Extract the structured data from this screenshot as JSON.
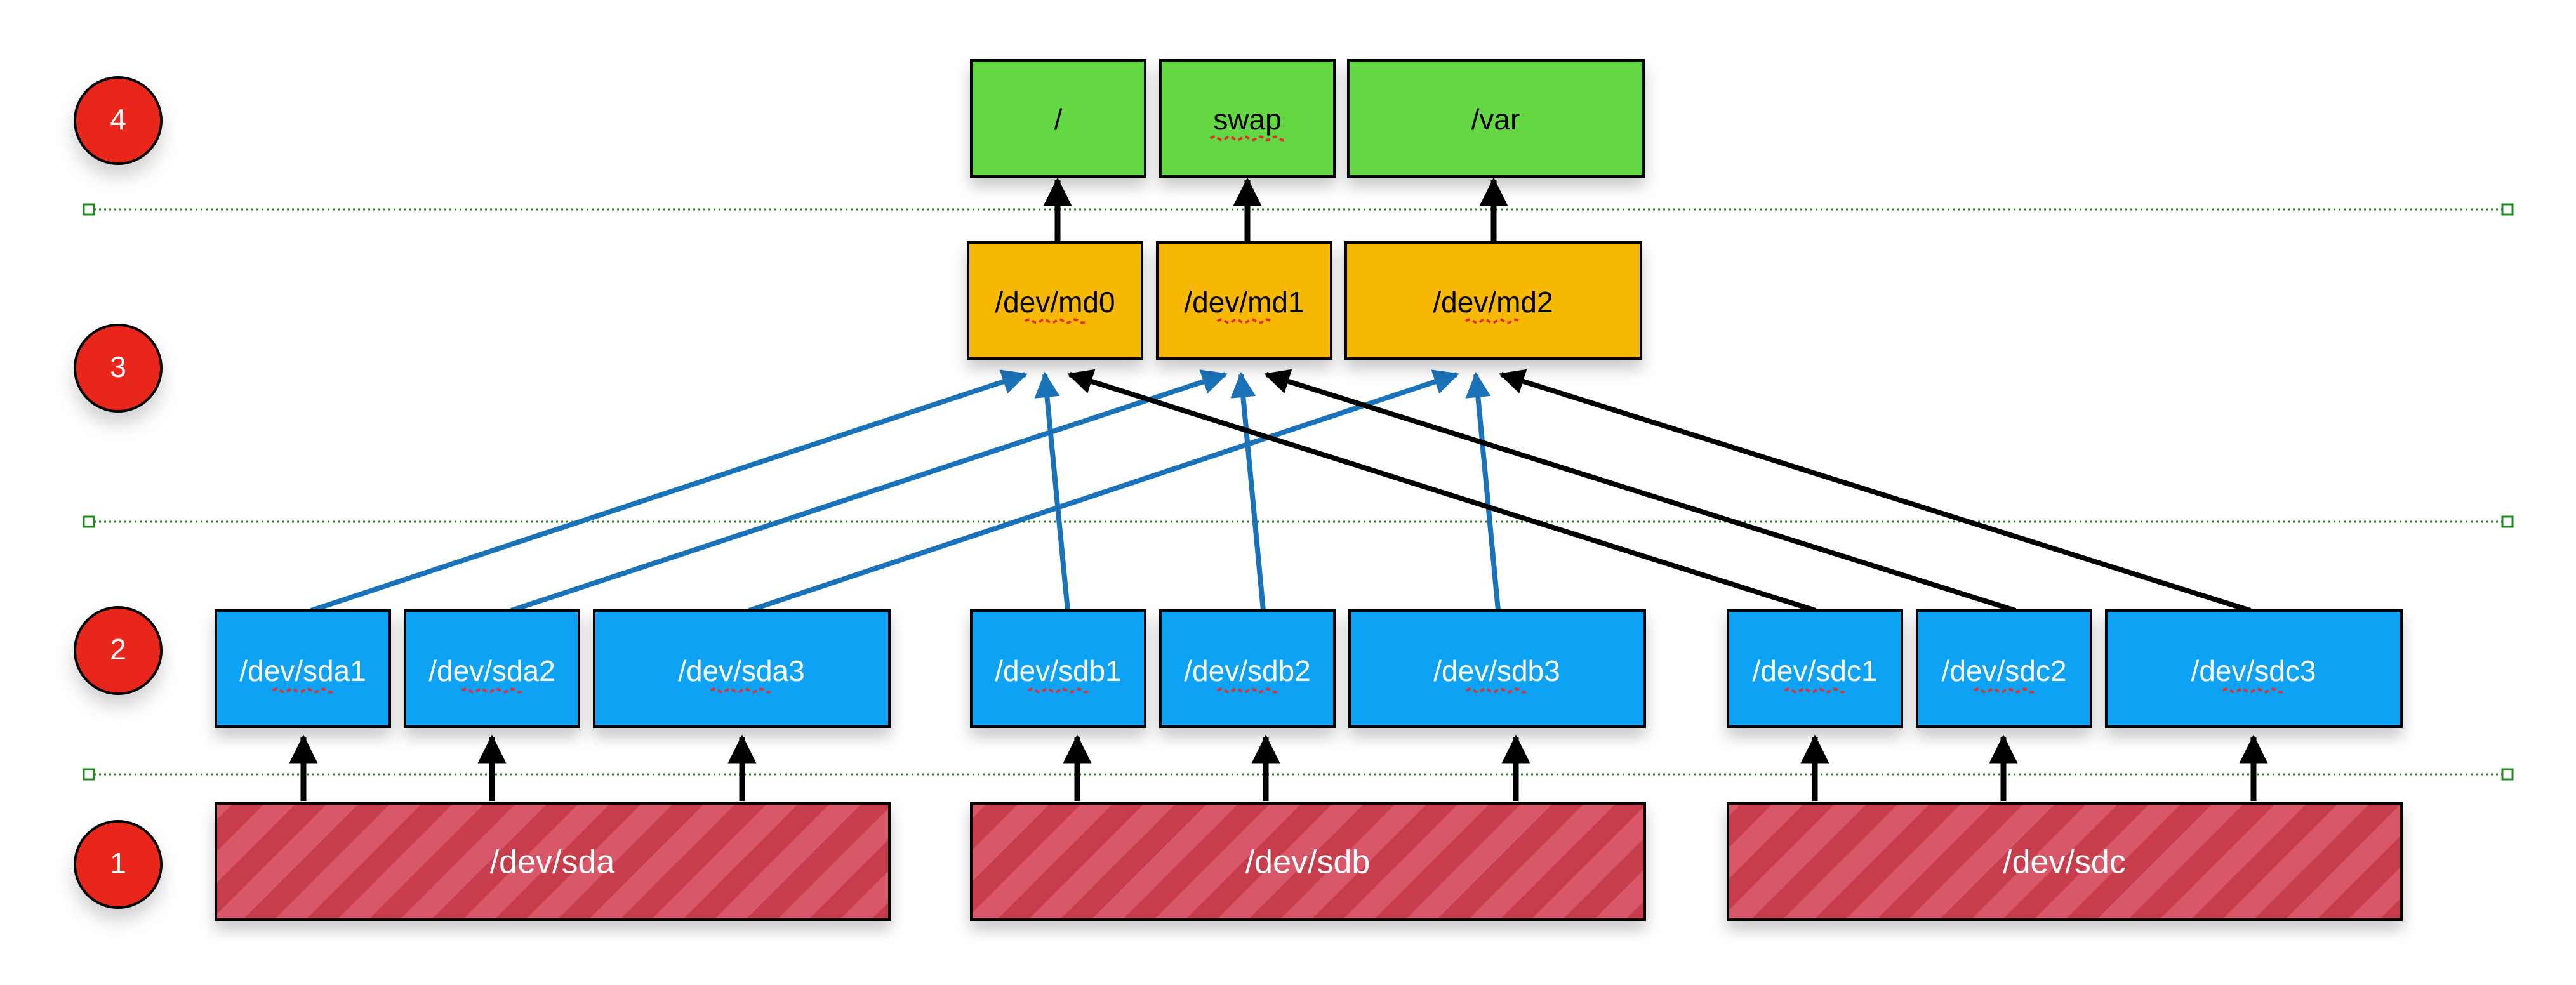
{
  "colors": {
    "fs": "#63d843",
    "md": "#f6b800",
    "part": "#0aa2f4",
    "disk": "#c83c4c",
    "disk_stripe": "#d8596a",
    "badge": "#e8261e",
    "blue_link": "#1a72b8",
    "black_link": "#000000",
    "separator": "#1f8a1f",
    "spellcheck": "#e03030"
  },
  "levels": [
    {
      "id": "level-4",
      "label": "4"
    },
    {
      "id": "level-3",
      "label": "3"
    },
    {
      "id": "level-2",
      "label": "2"
    },
    {
      "id": "level-1",
      "label": "1"
    }
  ],
  "filesystems": [
    {
      "id": "root",
      "label": "/"
    },
    {
      "id": "swap",
      "label": "swap"
    },
    {
      "id": "var",
      "label": "/var"
    }
  ],
  "raid_devices": [
    {
      "id": "md0",
      "label": "/dev/md0"
    },
    {
      "id": "md1",
      "label": "/dev/md1"
    },
    {
      "id": "md2",
      "label": "/dev/md2"
    }
  ],
  "partitions": [
    {
      "id": "sda1",
      "label": "/dev/sda1"
    },
    {
      "id": "sda2",
      "label": "/dev/sda2"
    },
    {
      "id": "sda3",
      "label": "/dev/sda3"
    },
    {
      "id": "sdb1",
      "label": "/dev/sdb1"
    },
    {
      "id": "sdb2",
      "label": "/dev/sdb2"
    },
    {
      "id": "sdb3",
      "label": "/dev/sdb3"
    },
    {
      "id": "sdc1",
      "label": "/dev/sdc1"
    },
    {
      "id": "sdc2",
      "label": "/dev/sdc2"
    },
    {
      "id": "sdc3",
      "label": "/dev/sdc3"
    }
  ],
  "disks": [
    {
      "id": "sda",
      "label": "/dev/sda"
    },
    {
      "id": "sdb",
      "label": "/dev/sdb"
    },
    {
      "id": "sdc",
      "label": "/dev/sdc"
    }
  ]
}
